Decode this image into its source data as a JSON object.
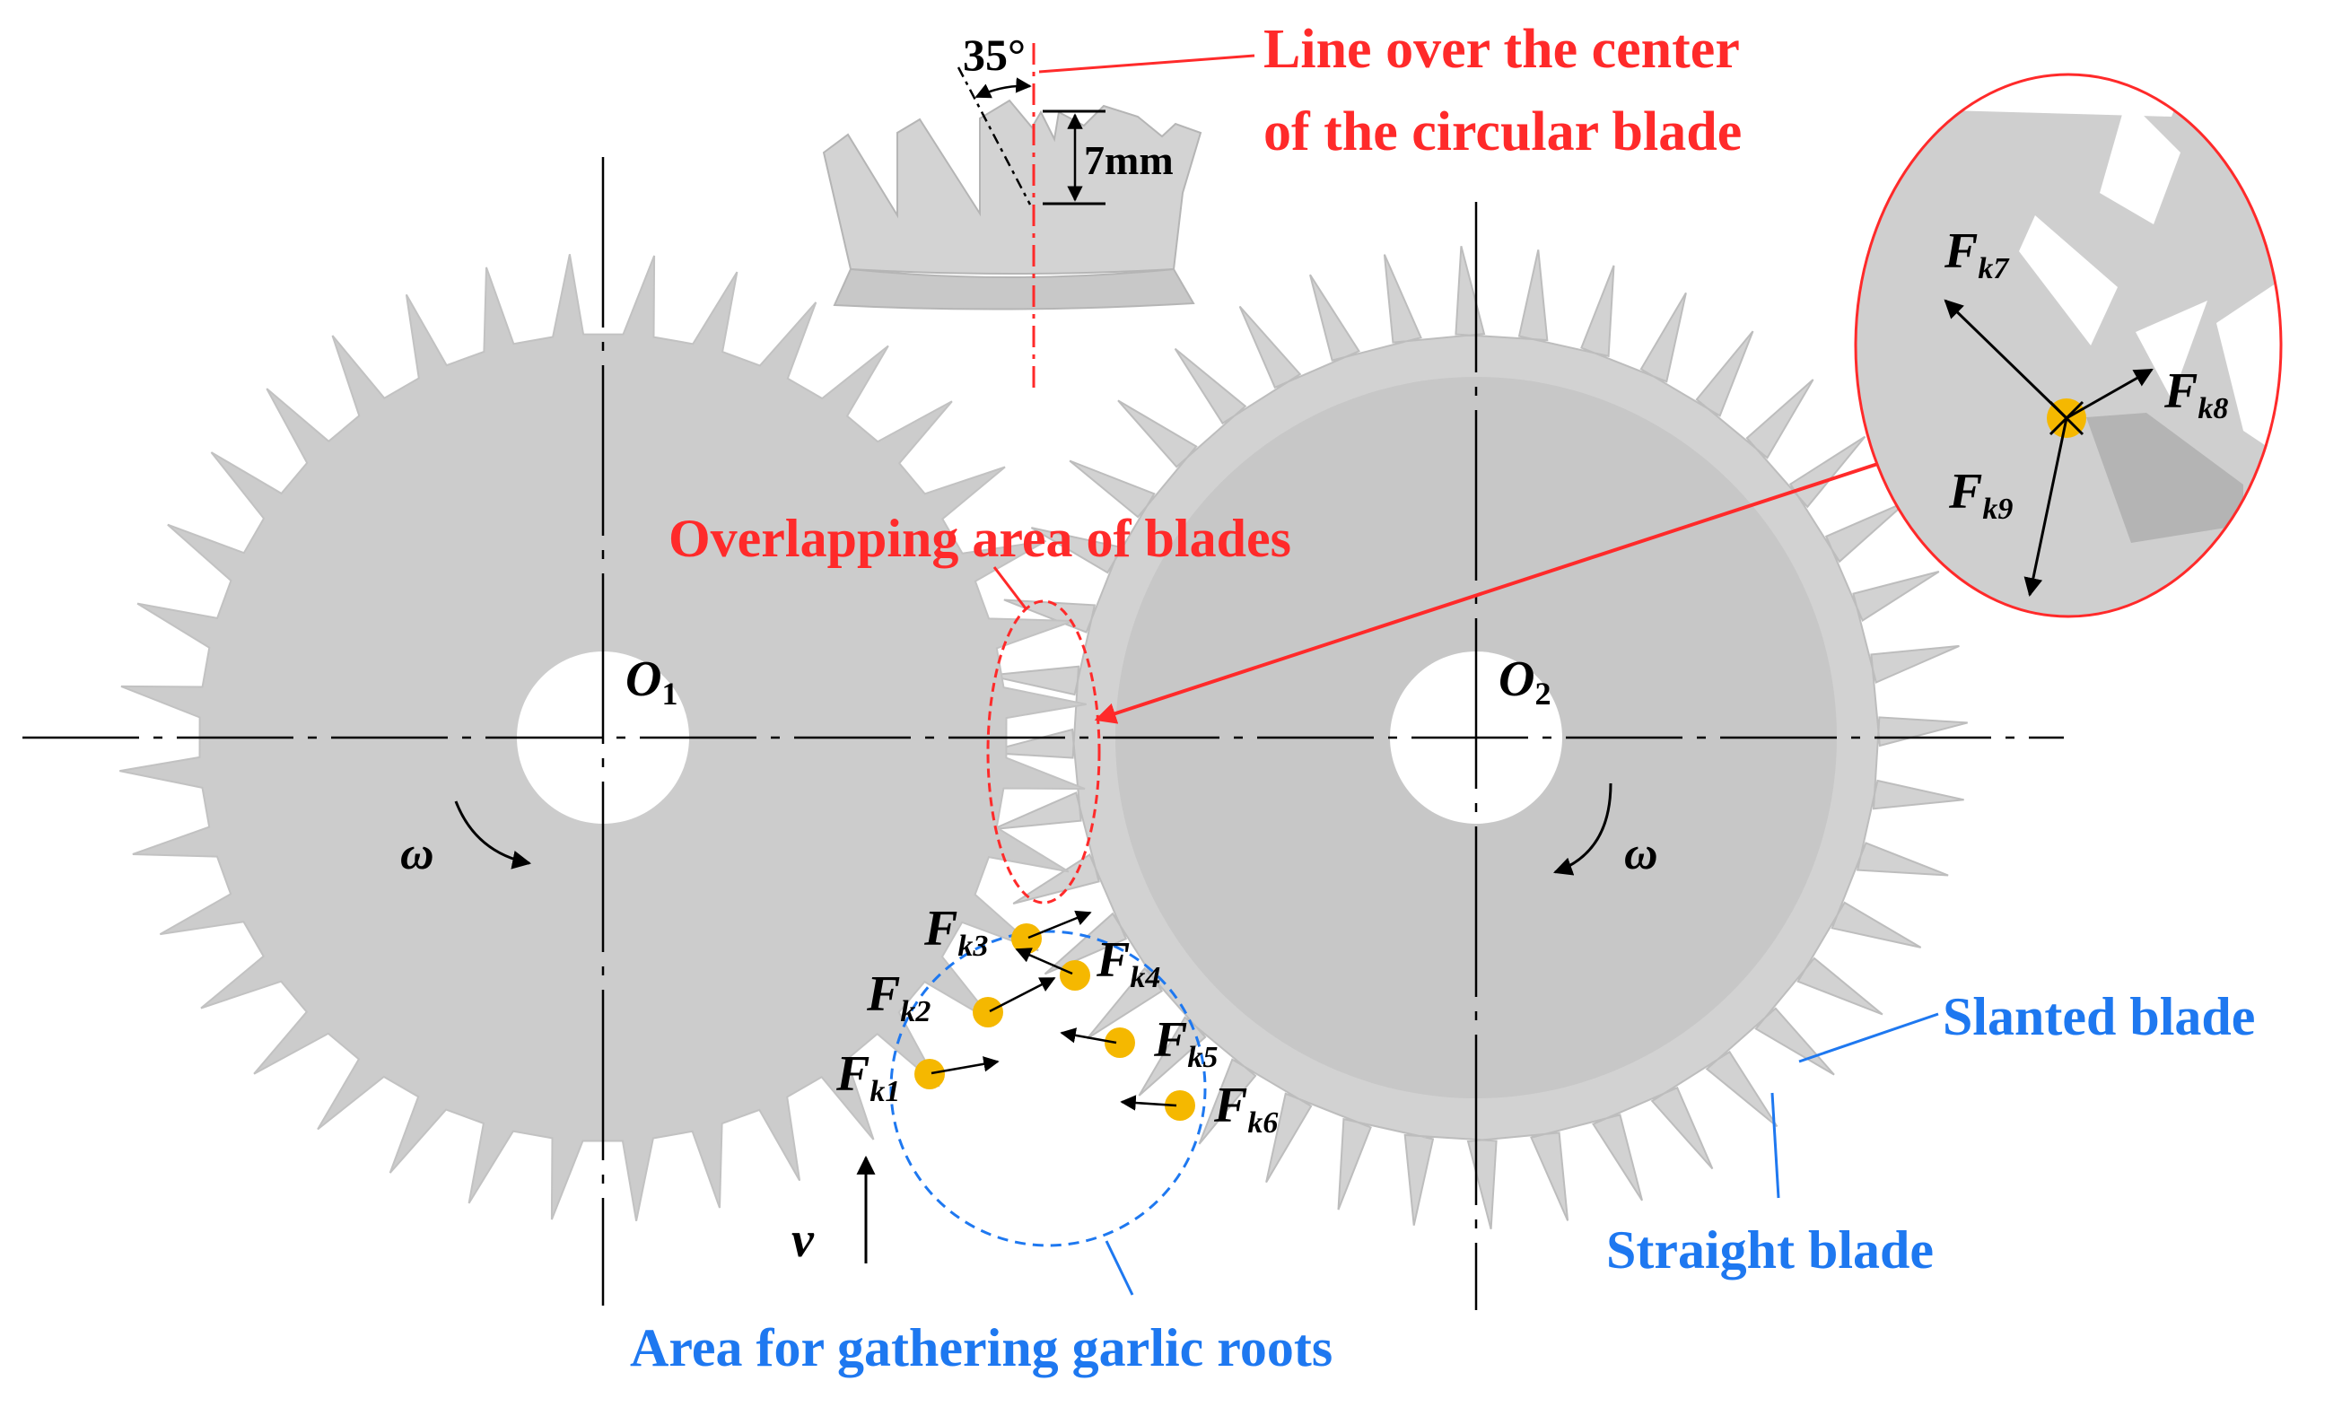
{
  "colors": {
    "blade_fill": "#cccccc",
    "blade_right_fill": "#d2d2d2",
    "blade_body_shade": "#c6c6c6",
    "annotation_red": "#ff2a2a",
    "annotation_blue": "#1e78f0",
    "force_point": "#f5b800",
    "line_black": "#000000"
  },
  "blade_left": {
    "center_label_main": "O",
    "center_label_sub": "1",
    "rotation_label": "ω"
  },
  "blade_right": {
    "center_label_main": "O",
    "center_label_sub": "2",
    "rotation_label": "ω"
  },
  "tooth_detail": {
    "angle_label": "35°",
    "depth_label": "7mm"
  },
  "labels": {
    "center_line_line1": "Line over the center",
    "center_line_line2": "of the circular blade",
    "overlap": "Overlapping area of blades",
    "gathering": "Area for gathering garlic roots",
    "slanted": "Slanted blade",
    "straight": "Straight blade",
    "velocity": "v"
  },
  "forces": [
    {
      "main": "F",
      "sub": "k1"
    },
    {
      "main": "F",
      "sub": "k2"
    },
    {
      "main": "F",
      "sub": "k3"
    },
    {
      "main": "F",
      "sub": "k4"
    },
    {
      "main": "F",
      "sub": "k5"
    },
    {
      "main": "F",
      "sub": "k6"
    }
  ],
  "inset_forces": [
    {
      "main": "F",
      "sub": "k7"
    },
    {
      "main": "F",
      "sub": "k8"
    },
    {
      "main": "F",
      "sub": "k9"
    }
  ]
}
